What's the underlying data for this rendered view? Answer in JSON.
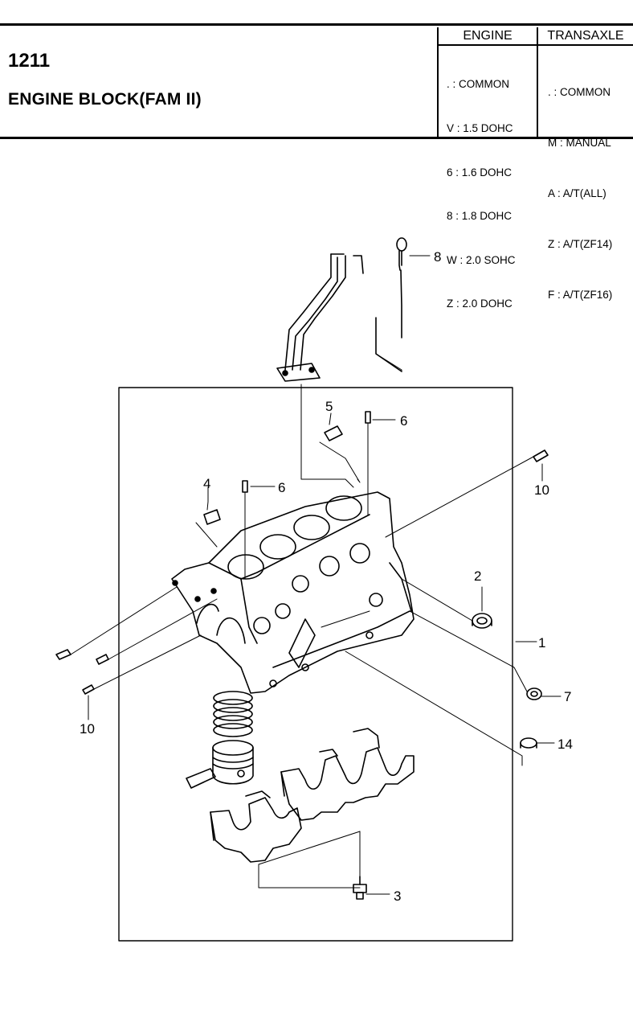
{
  "header": {
    "code": "1211",
    "title": "ENGINE BLOCK(FAM II)"
  },
  "legend": {
    "engine_header": "ENGINE",
    "transaxle_header": "TRANSAXLE",
    "engine_rows": [
      ". : COMMON",
      "V : 1.5 DOHC",
      "6 : 1.6 DOHC",
      "8 : 1.8 DOHC",
      "W : 2.0 SOHC",
      "Z : 2.0 DOHC"
    ],
    "transaxle_rows": [
      ". : COMMON",
      "M : MANUAL",
      "A : A/T(ALL)",
      "Z : A/T(ZF14)",
      "F : A/T(ZF16)"
    ]
  },
  "diagram": {
    "callouts": [
      "1",
      "2",
      "3",
      "4",
      "5",
      "6",
      "6",
      "7",
      "8",
      "10",
      "10",
      "14"
    ]
  }
}
